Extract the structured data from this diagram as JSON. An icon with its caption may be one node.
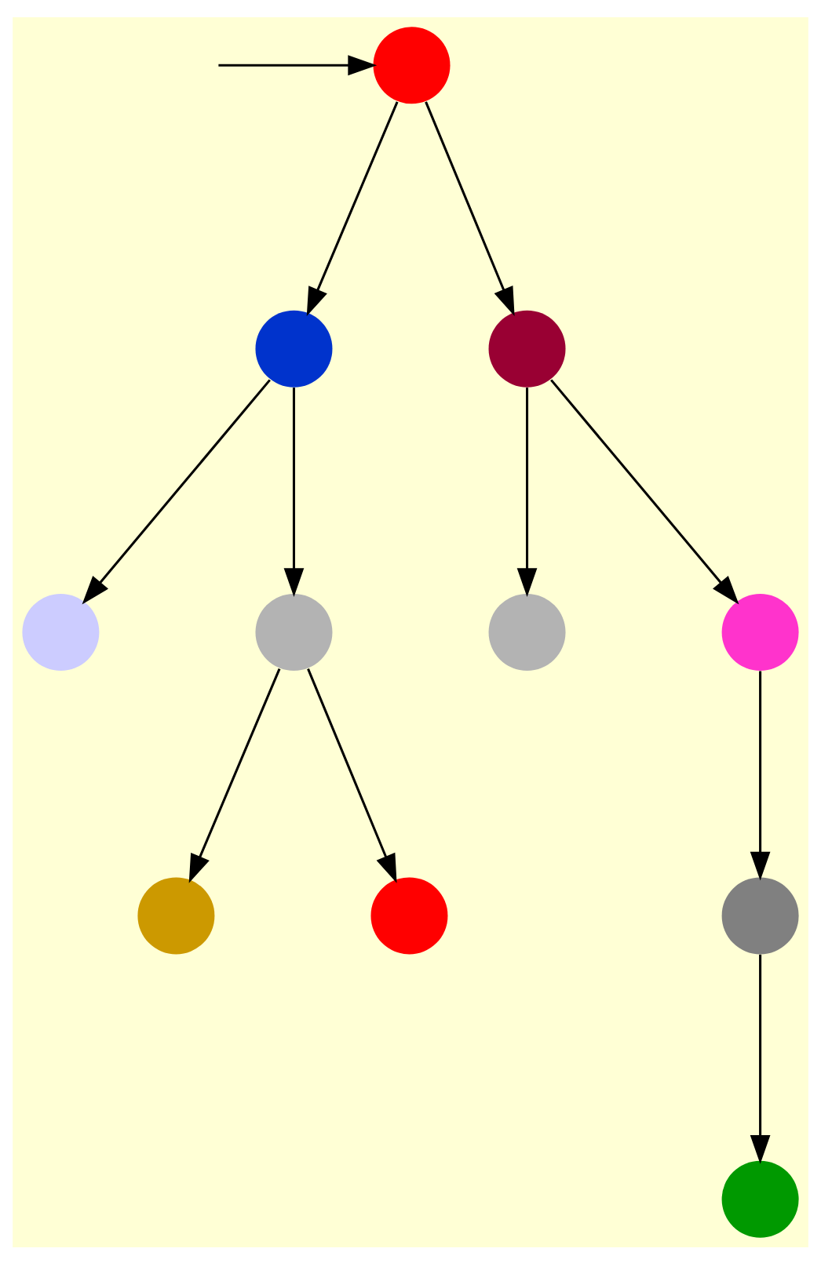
{
  "diagram": {
    "nodes": [
      {
        "text": [],
        "shape": "circle"
      },
      {
        "text": [],
        "shape": "circle"
      },
      {
        "text": [],
        "shape": "circle"
      },
      {
        "text": [],
        "shape": "circle"
      },
      {
        "text": [],
        "shape": "circle"
      },
      {
        "text": [],
        "shape": "circle"
      },
      {
        "text": [],
        "shape": "circle"
      },
      {
        "text": [],
        "shape": "circle"
      },
      {
        "text": [],
        "shape": "circle"
      },
      {
        "text": [],
        "shape": "circle"
      },
      {
        "text": [],
        "shape": "circle"
      }
    ],
    "edges": [
      {
        "from": null,
        "to": 0,
        "arrow": "to"
      },
      {
        "from": 0,
        "to": 1,
        "arrow": "to"
      },
      {
        "from": 0,
        "to": 2,
        "arrow": "to"
      },
      {
        "from": 1,
        "to": 3,
        "arrow": "to"
      },
      {
        "from": 1,
        "to": 4,
        "arrow": "to"
      },
      {
        "from": 2,
        "to": 5,
        "arrow": "to"
      },
      {
        "from": 2,
        "to": 6,
        "arrow": "to"
      },
      {
        "from": 4,
        "to": 7,
        "arrow": "to"
      },
      {
        "from": 4,
        "to": 8,
        "arrow": "to"
      },
      {
        "from": 6,
        "to": 9,
        "arrow": "to"
      },
      {
        "from": 9,
        "to": 10,
        "arrow": "to"
      }
    ]
  }
}
